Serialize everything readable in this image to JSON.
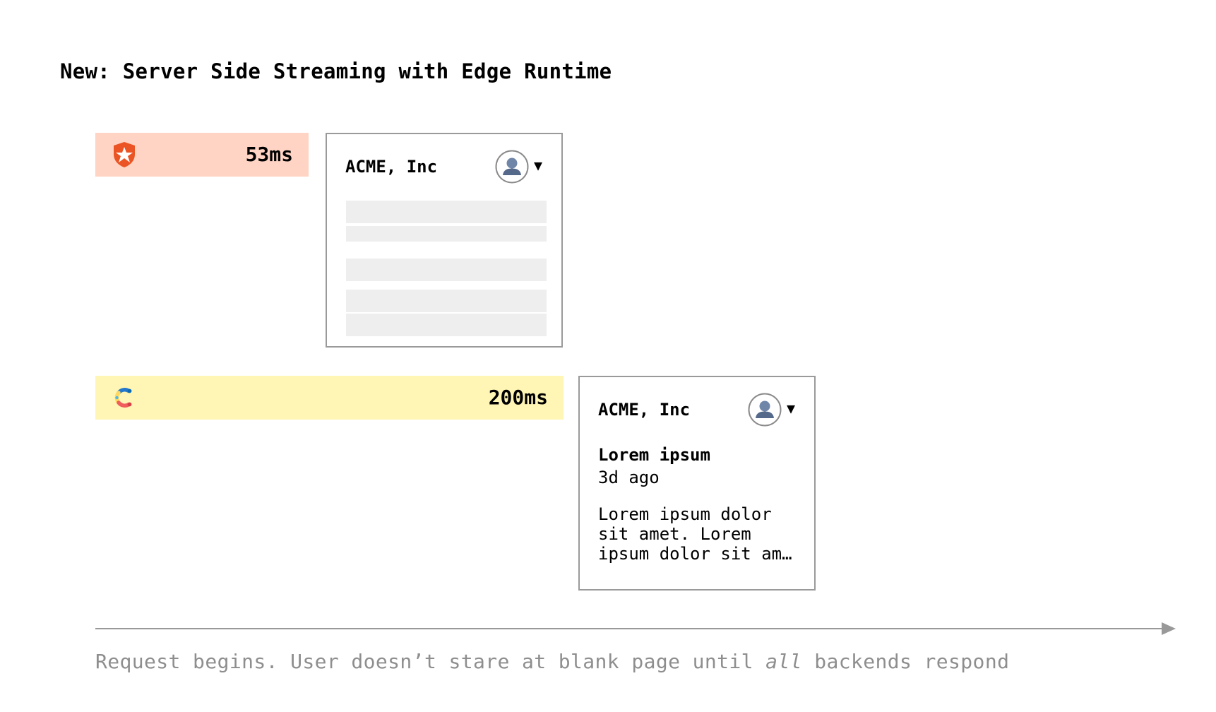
{
  "title": "New: Server Side Streaming with Edge Runtime",
  "bars": [
    {
      "logo": "auth0-shield-icon",
      "duration": "53ms",
      "color": "#ffd4c4"
    },
    {
      "logo": "contentful-logo-icon",
      "duration": "200ms",
      "color": "#fff5b4"
    }
  ],
  "cards": [
    {
      "brand": "ACME, Inc",
      "avatar": "user-avatar-icon",
      "menu_caret": "▼",
      "state": "loading-skeleton"
    },
    {
      "brand": "ACME, Inc",
      "avatar": "user-avatar-icon",
      "menu_caret": "▼",
      "post": {
        "title": "Lorem ipsum",
        "age": "3d ago",
        "body": "Lorem ipsum dolor sit amet. Lorem ipsum dolor sit am…"
      }
    }
  ],
  "timeline": {
    "caption_start": "Request begins. User doesn’t stare at blank page until ",
    "caption_emphasis": "all",
    "caption_end": " backends respond"
  }
}
